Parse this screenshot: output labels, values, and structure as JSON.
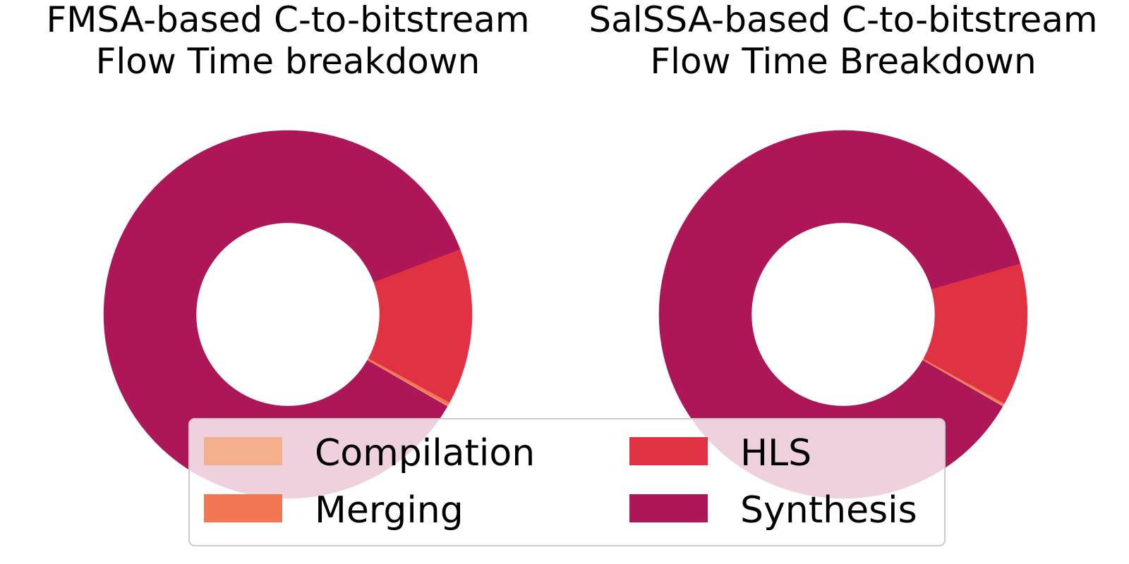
{
  "chart_data": [
    {
      "type": "pie",
      "title_lines": [
        "FMSA-based C-to-bitstream",
        "Flow Time breakdown"
      ],
      "slices": [
        {
          "label": "Compilation",
          "value": 0.1
        },
        {
          "label": "Merging",
          "value": 0.3
        },
        {
          "label": "HLS",
          "value": 13.7
        },
        {
          "label": "Synthesis",
          "value": 85.9
        }
      ]
    },
    {
      "type": "pie",
      "title_lines": [
        "SalSSA-based C-to-bitstream",
        "Flow Time Breakdown"
      ],
      "slices": [
        {
          "label": "Compilation",
          "value": 0.1
        },
        {
          "label": "Merging",
          "value": 0.2
        },
        {
          "label": "HLS",
          "value": 12.5
        },
        {
          "label": "Synthesis",
          "value": 87.2
        }
      ]
    }
  ],
  "legend": {
    "placement": "lower center",
    "items": [
      {
        "label": "Compilation",
        "color": "#f4b08c"
      },
      {
        "label": "HLS",
        "color": "#e03242"
      },
      {
        "label": "Merging",
        "color": "#f47754"
      },
      {
        "label": "Synthesis",
        "color": "#ad1757"
      }
    ]
  },
  "colors": {
    "Compilation": "#f4b08c",
    "Merging": "#f47754",
    "HLS": "#e03242",
    "Synthesis": "#ad1757"
  }
}
